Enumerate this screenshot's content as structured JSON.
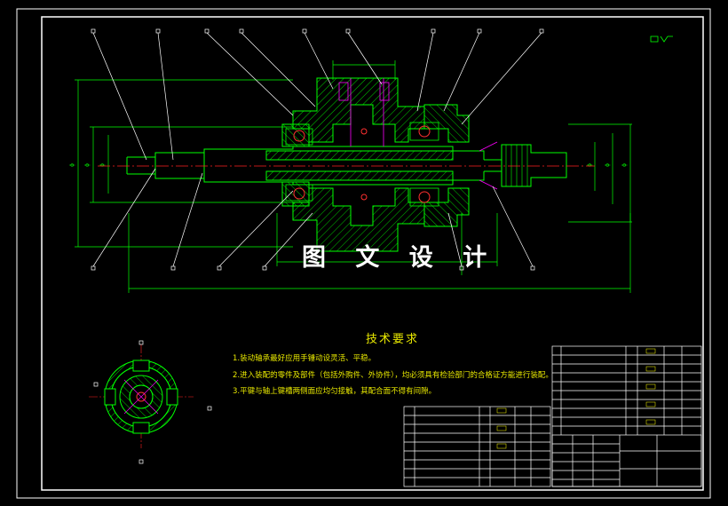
{
  "watermark": "图 文 设 计",
  "tech_requirements": {
    "title": "技术要求",
    "items": [
      "1.装动轴承最好应用手锤动设灵活、平稳。",
      "2.进入装配的零件及部件（包括外购件、外协件），均必须具有检验部门的合格证方能进行装配。",
      "3.平键与轴上键槽两侧面应均匀接触，其配合面不得有间隙。"
    ]
  },
  "colors": {
    "frame": "#ffffff",
    "outline": "#00ff00",
    "dimension": "#00ff00",
    "leader": "#ffffff",
    "hatch": "#00ff00",
    "center": "#ff2020",
    "bearing": "#ff3030",
    "accent": "#ff00ff",
    "text": "#e8e800"
  }
}
